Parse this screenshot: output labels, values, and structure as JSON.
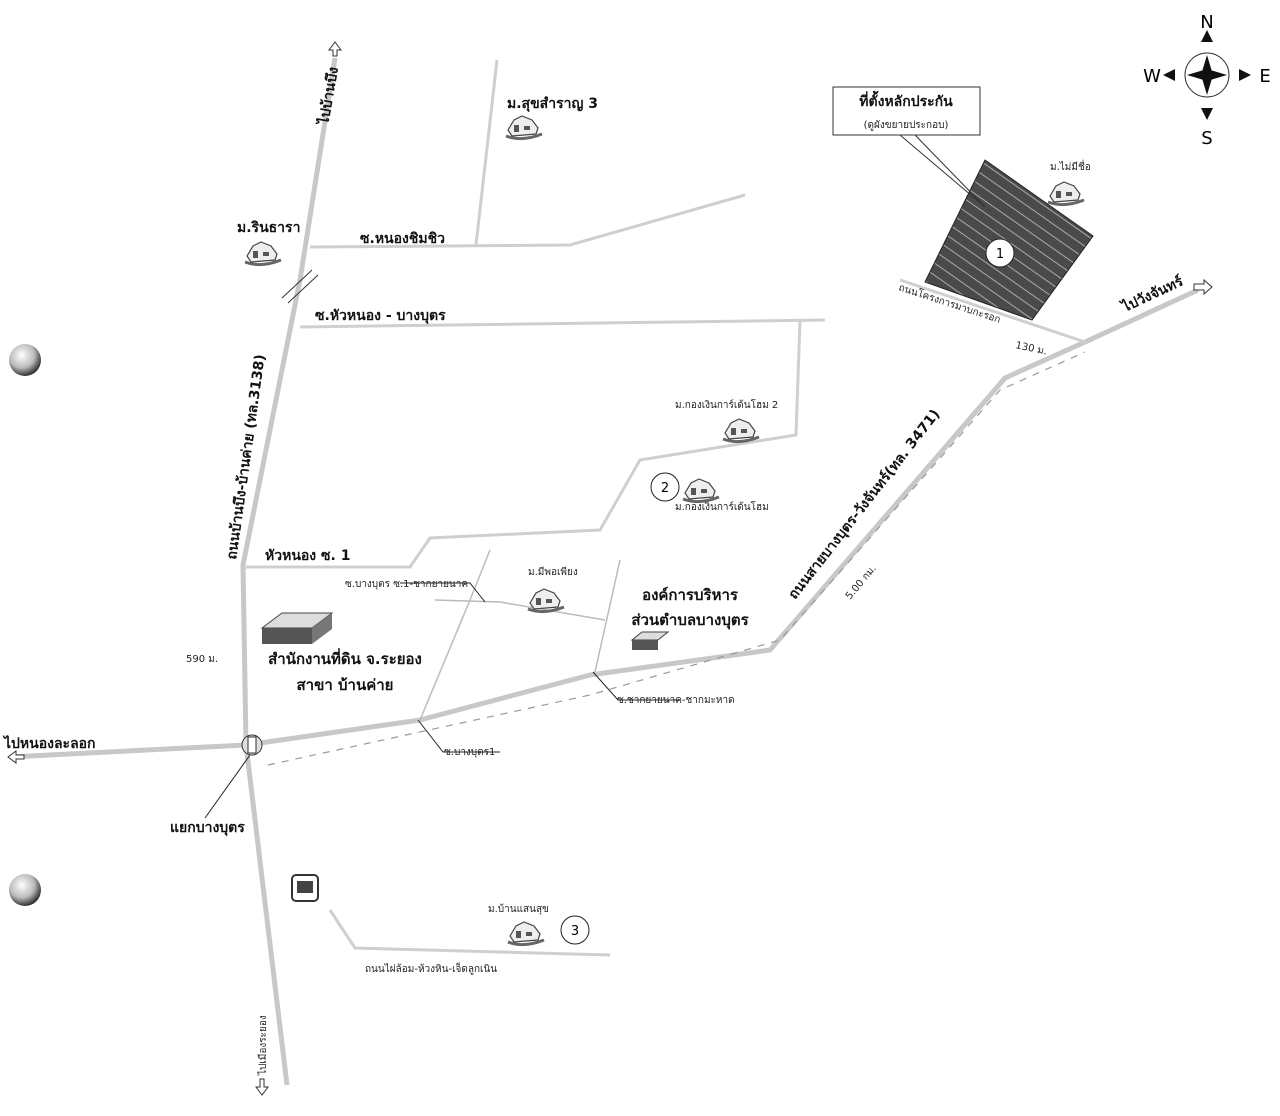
{
  "map": {
    "roads": {
      "to_ban_bueng": "ไปบ้านบึง",
      "main_road": "ถนนบ้านบึง-บ้านค่าย (ทล.3138)",
      "soi_nong_chim_chiu": "ซ.หนองชิมชิว",
      "soi_hua_nong_bang_but": "ซ.หัวหนอง - บางบุตร",
      "hua_nong_soi_1": "หัวหนอง ซ. 1",
      "soi_bang_but_1_chak": "ซ.บางบุตร ซ.1-ชากยายนาค",
      "soi_chak_yai_nak": "ซ.ชากยายนาค-ชากมะหาด",
      "soi_bang_but_1": "ซ.บางบุตร1",
      "to_nong_la_lok": "ไปหนองละลอก",
      "junction": "แยกบางบุตร",
      "highway_3471": "ถนนสายบางบุตร-วังจันทร์(ทล. 3471)",
      "to_wang_chan": "ไปวังจันทร์",
      "map_ta_phut_road": "ถนนโครงการมาบกะรอก",
      "phai_lom_road": "ถนนไผ่ล้อม-ห้วงหิน-เจ็ดลูกเนิน",
      "to_mueang_rayong": "ไปเมืองระยอง"
    },
    "places": {
      "suk_samran_3": "ม.สุขสำราญ 3",
      "rintara": "ม.รินธารา",
      "no_name": "ม.ไม่มีชื่อ",
      "kong_ngoen_2": "ม.กองเงินการ์เด้นโฮม 2",
      "kong_ngoen": "ม.กองเงินการ์เด้นโฮม",
      "mi_pho_phiang": "ม.มีพอเพียง",
      "sao_line1": "องค์การบริหาร",
      "sao_line2": "ส่วนตำบลบางบุตร",
      "land_office_line1": "สำนักงานที่ดิน จ.ระยอง",
      "land_office_line2": "สาขา บ้านค่าย",
      "ban_saen_suk": "ม.บ้านแสนสุข"
    },
    "callout": {
      "title": "ที่ตั้งหลักประกัน",
      "subtitle": "(ดูผังขยายประกอบ)"
    },
    "markers": [
      "1",
      "2",
      "3"
    ],
    "distances": {
      "d130": "130 ม.",
      "d590": "590 ม.",
      "d5km": "5.00 กม."
    },
    "compass": {
      "n": "N",
      "s": "S",
      "e": "E",
      "w": "W"
    },
    "colors": {
      "road": "#c8c8c8",
      "plot": "#555555",
      "text": "#111111"
    }
  }
}
